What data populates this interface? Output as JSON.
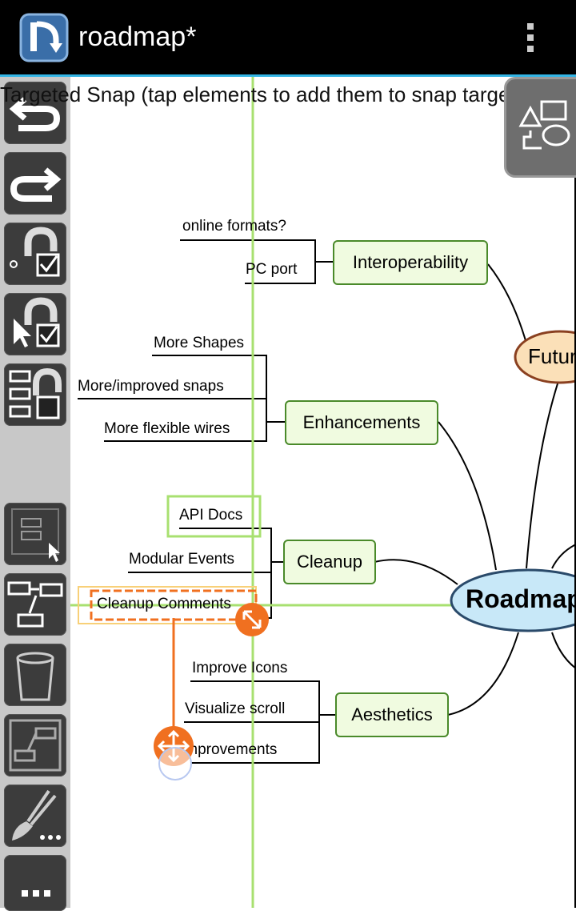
{
  "app": {
    "title": "roadmap*",
    "icon": "app-logo-icon"
  },
  "menu": {
    "icon": "overflow-menu-icon"
  },
  "banner": {
    "text": "Targeted Snap (tap elements to add them to snap targets)"
  },
  "toolbar": {
    "items": [
      {
        "name": "undo-icon"
      },
      {
        "name": "redo-icon"
      },
      {
        "name": "snap-to-grid-icon"
      },
      {
        "name": "snap-to-selection-icon"
      },
      {
        "name": "snap-to-elements-icon"
      },
      {
        "name": "select-area-icon"
      },
      {
        "name": "connect-shapes-icon"
      },
      {
        "name": "trash-icon"
      },
      {
        "name": "layout-icon"
      },
      {
        "name": "brush-icon"
      },
      {
        "name": "more-icon"
      }
    ]
  },
  "shapes_button": {
    "icon": "shapes-icon"
  },
  "mindmap": {
    "center": "Roadmap",
    "future": "Futur",
    "branches": {
      "interoperability": {
        "label": "Interoperability",
        "leaves": [
          "online formats?",
          "PC port"
        ]
      },
      "enhancements": {
        "label": "Enhancements",
        "leaves": [
          "More Shapes",
          "More/improved snaps",
          "More flexible wires"
        ]
      },
      "cleanup": {
        "label": "Cleanup",
        "leaves": [
          "API Docs",
          "Modular Events",
          "Cleanup Comments"
        ]
      },
      "aesthetics": {
        "label": "Aesthetics",
        "leaves": [
          "Improve Icons",
          "Visualize scroll",
          "Improvements"
        ]
      }
    }
  },
  "colors": {
    "accent": "#33b5e5",
    "snap_guide": "#a8e070",
    "handle": "#f07020",
    "node_fill": "#f0fbe0",
    "node_border": "#4a8a2a",
    "center_fill": "#c8e8f8",
    "future_fill": "#fbe0b8"
  }
}
